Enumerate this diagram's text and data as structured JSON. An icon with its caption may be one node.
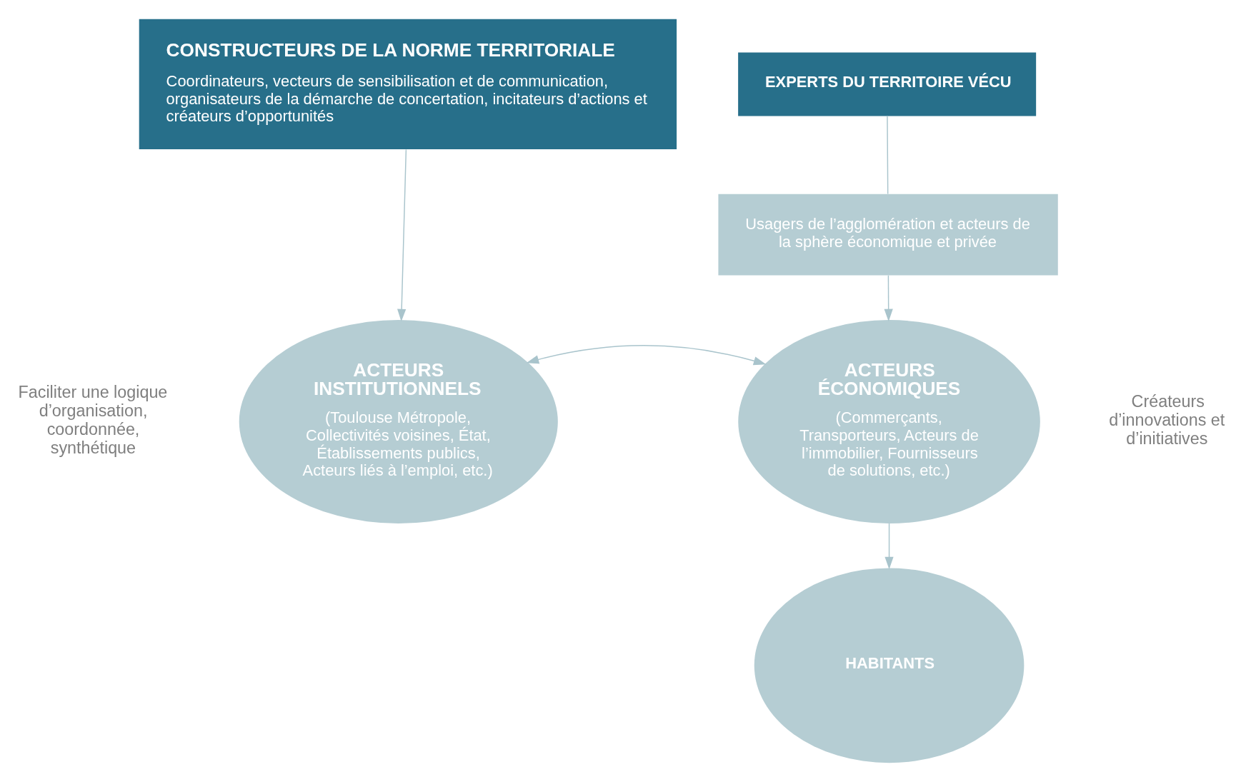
{
  "diagram": {
    "nodes": [
      {
        "text": [
          "CONSTRUCTEURS DE LA NORME TERRITORIALE",
          "Coordinateurs, vecteurs de sensibilisation et de communication, organisateurs de la démarche de concertation, incitateurs d’actions et créateurs d’opportunités"
        ]
      },
      {
        "text": [
          "EXPERTS DU TERRITOIRE VÉCU"
        ]
      },
      {
        "text": [
          "Usagers de l’agglomération et acteurs de la sphère économique et privée"
        ]
      },
      {
        "text": [
          "ACTEURS INSTITUTIONNELS",
          "(Toulouse Métropole, Collectivités voisines, État, Établissements publics, Acteurs liés à l’emploi, etc.)"
        ]
      },
      {
        "text": [
          "ACTEURS ÉCONOMIQUES",
          "(Commerçants, Transporteurs, Acteurs de l’immobilier, Fournisseurs de solutions, etc.)"
        ]
      },
      {
        "text": [
          "HABITANTS"
        ]
      }
    ],
    "edges": [
      {
        "from": 0,
        "to": 3,
        "arrow": "to"
      },
      {
        "from": 1,
        "to": 2,
        "arrow": "none"
      },
      {
        "from": 2,
        "to": 4,
        "arrow": "to"
      },
      {
        "from": 3,
        "to": 4,
        "arrow": "both"
      },
      {
        "from": 4,
        "to": 5,
        "arrow": "to"
      }
    ],
    "labels": [
      "Faciliter une logique d’organisation, coordonnée, synthétique",
      "Créateurs d’innovations et d’initiatives"
    ]
  }
}
